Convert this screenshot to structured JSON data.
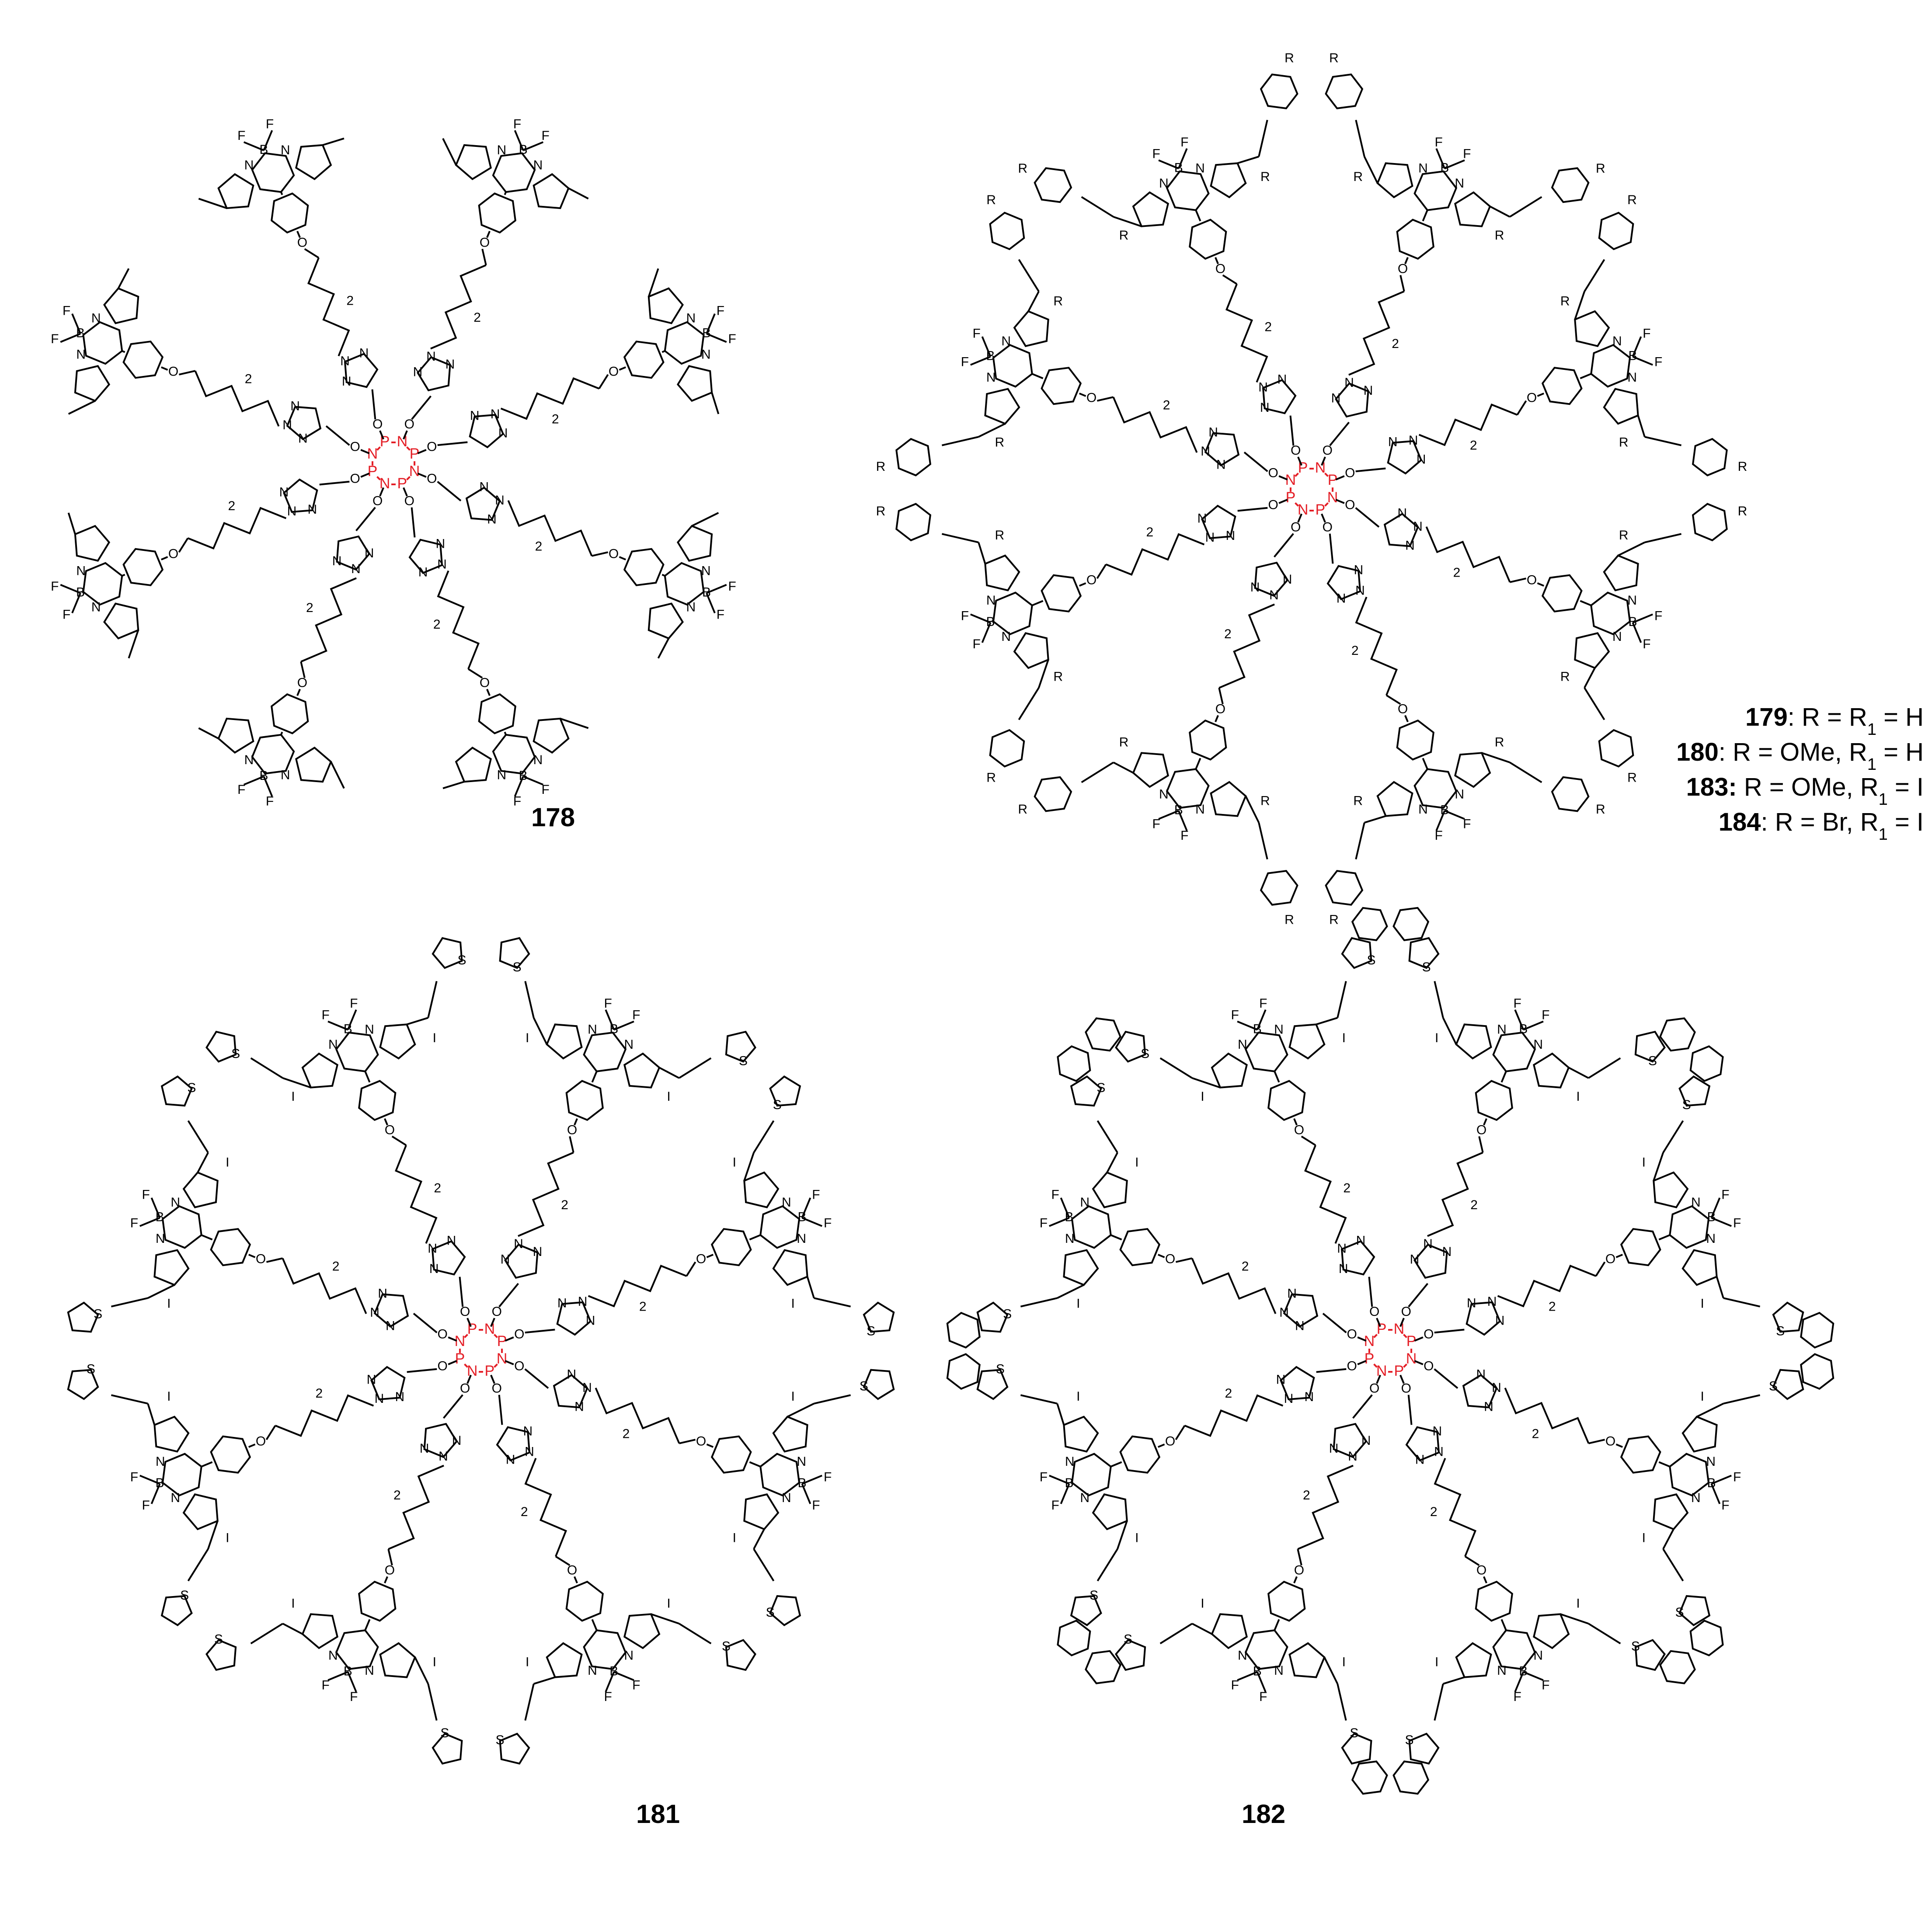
{
  "compounds": [
    {
      "id": "178",
      "arm_type": "bodipy-phenyl"
    },
    {
      "id": "179-184",
      "arm_type": "styryl-bodipy"
    },
    {
      "id": "181",
      "arm_type": "thienyl-vinyl-bodipy"
    },
    {
      "id": "182",
      "arm_type": "benzothienyl-vinyl-bodipy"
    }
  ],
  "labels": {
    "c178": "178",
    "c181": "181",
    "c182": "182"
  },
  "legend": [
    {
      "num": "179",
      "text": ": R = R",
      "sub": "1",
      "tail": " = H"
    },
    {
      "num": "180",
      "text": ": R = OMe, R",
      "sub": "1",
      "tail": " = H"
    },
    {
      "num": "183:",
      "text": " R = OMe, R",
      "sub": "1",
      "tail": " = I"
    },
    {
      "num": "184",
      "text": ": R = Br, R",
      "sub": "1",
      "tail": " = I"
    }
  ],
  "atoms": {
    "P": "P",
    "N": "N",
    "O": "O",
    "B": "B",
    "F": "F",
    "S": "S",
    "I": "I",
    "R": "R",
    "R1": "R",
    "sub1": "1",
    "sub2": "2"
  },
  "colors": {
    "core": "#e41e26",
    "bond": "#000000"
  }
}
